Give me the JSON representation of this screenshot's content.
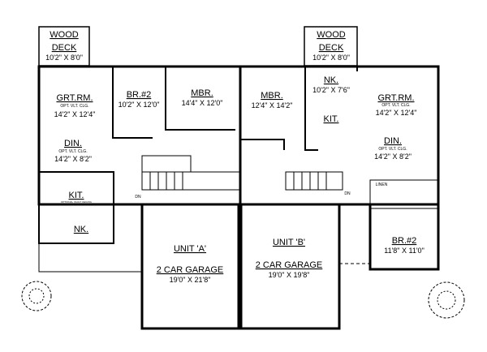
{
  "plan": {
    "unit_a": {
      "deck": {
        "name_line1": "WOOD",
        "name_line2": "DECK",
        "size": "10'2\" X 8'0\""
      },
      "great_room": {
        "name": "GRT.RM.",
        "note": "OPT. VLT. CLG.",
        "size": "14'2\" X 12'4\""
      },
      "bedroom2": {
        "name": "BR.#2",
        "size": "10'2\" X 12'0\""
      },
      "master_bedroom": {
        "name": "MBR.",
        "size": "14'4\" X 12'0\""
      },
      "dining": {
        "name": "DIN.",
        "note": "OPT. VLT. CLG.",
        "size": "14'2\" X 8'2\""
      },
      "kitchen": {
        "name": "KIT.",
        "note": "OPTIONAL VAULT CEILING"
      },
      "nook": {
        "name": "NK."
      },
      "stair": "DN",
      "garage": {
        "unit": "UNIT 'A'",
        "name": "2 CAR GARAGE",
        "size": "19'0\" X 21'8\""
      }
    },
    "unit_b": {
      "deck": {
        "name_line1": "WOOD",
        "name_line2": "DECK",
        "size": "10'2\" X 8'0\""
      },
      "nook": {
        "name": "NK.",
        "size": "10'2\" X 7'6\""
      },
      "kitchen": {
        "name": "KIT."
      },
      "master_bedroom": {
        "name": "MBR.",
        "size": "12'4\" X 14'2\""
      },
      "great_room": {
        "name": "GRT.RM.",
        "note": "OPT. VLT. CLG.",
        "size": "14'2\" X 12'4\""
      },
      "dining": {
        "name": "DIN.",
        "note": "OPT. VLT. CLG.",
        "size": "14'2\" X 8'2\""
      },
      "linen": "LINEN",
      "bedroom2": {
        "name": "BR.#2",
        "size": "11'8\" X 11'0\""
      },
      "stair": "DN",
      "garage": {
        "unit": "UNIT 'B'",
        "name": "2 CAR GARAGE",
        "size": "19'0\" X 19'8\""
      }
    }
  }
}
